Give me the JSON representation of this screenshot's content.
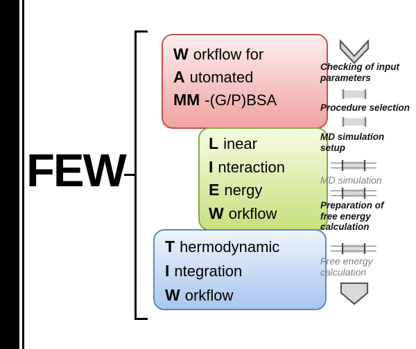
{
  "colors": {
    "red-border": "#bf4f4b",
    "red-top": "#fdeeee",
    "red-bottom": "#f0a2a0",
    "green-border": "#86a83f",
    "green-top": "#f6fbe2",
    "green-bottom": "#c7df7f",
    "blue-border": "#5d86ba",
    "blue-top": "#eef3fc",
    "blue-bottom": "#a8c6ee",
    "shape-fill": "#d9d9d9",
    "shape-stroke": "#595959",
    "muted-text": "#7f7f7f"
  },
  "acronym": {
    "label": "FEW"
  },
  "boxes": [
    {
      "lines": [
        {
          "lead": "W",
          "rest": "orkflow for"
        },
        {
          "lead": "A",
          "rest": "utomated"
        },
        {
          "lead": "MM",
          "rest": "-(G/P)BSA"
        }
      ]
    },
    {
      "lines": [
        {
          "lead": "L",
          "rest": "inear"
        },
        {
          "lead": "I",
          "rest": "nteraction"
        },
        {
          "lead": "E",
          "rest": "nergy"
        },
        {
          "lead": "W",
          "rest": "orkflow"
        }
      ]
    },
    {
      "lines": [
        {
          "lead": "T",
          "rest": "hermodynamic"
        },
        {
          "lead": "I",
          "rest": "ntegration"
        },
        {
          "lead": "W",
          "rest": "orkflow"
        }
      ]
    }
  ],
  "flow": {
    "steps": [
      {
        "label": "Checking of input\nparameters",
        "emphasis": "strong"
      },
      {
        "label": "Procedure selection",
        "emphasis": "strong"
      },
      {
        "label": "MD simulation\nsetup",
        "emphasis": "strong"
      },
      {
        "label": "MD simulation",
        "emphasis": "muted"
      },
      {
        "label": "Preparation of\nfree energy\ncalculation",
        "emphasis": "strong"
      },
      {
        "label": "Free energy\ncalculation",
        "emphasis": "muted"
      }
    ]
  }
}
